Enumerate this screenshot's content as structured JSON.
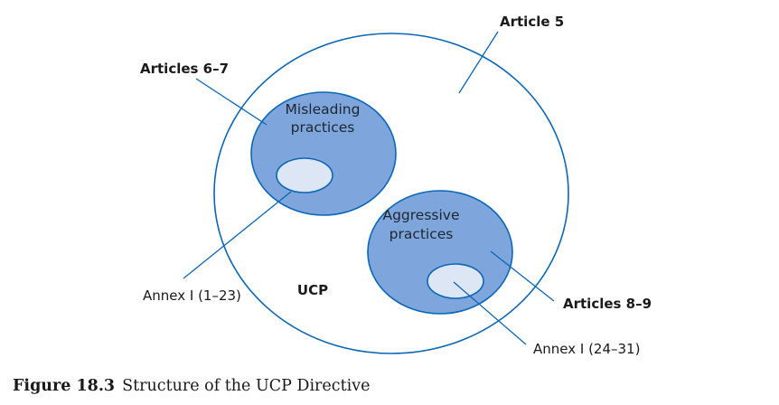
{
  "diagram": {
    "colors": {
      "stroke": "#0a66b8",
      "practice_fill": "#7ea6dc",
      "annex_fill": "#dce6f4",
      "outer_fill": "#ffffff",
      "text": "#1a1a1a"
    },
    "outer_set": {
      "label": "UCP",
      "callout": "Article 5"
    },
    "practices": [
      {
        "id": "misleading",
        "label_lines": [
          "Misleading",
          "practices"
        ],
        "callout": "Articles 6–7",
        "annex_callout": "Annex I (1–23)"
      },
      {
        "id": "aggressive",
        "label_lines": [
          "Aggressive",
          "practices"
        ],
        "callout": "Articles 8–9",
        "annex_callout": "Annex I (24–31)"
      }
    ]
  },
  "caption": {
    "number": "Figure 18.3",
    "title": "Structure of the UCP Directive"
  }
}
